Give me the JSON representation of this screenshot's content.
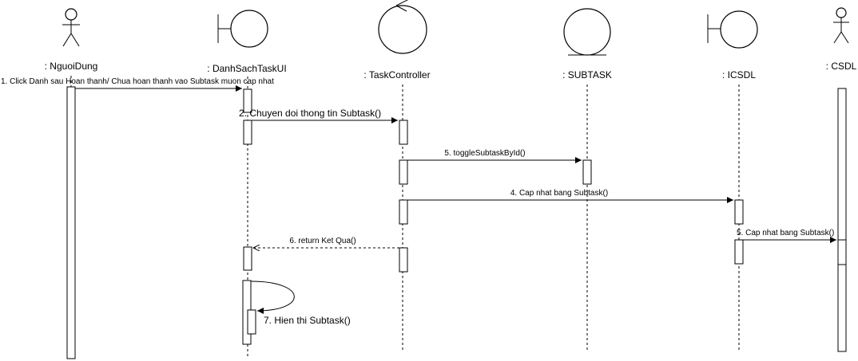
{
  "participants": {
    "nguoidung": ": NguoiDung",
    "ui": ": DanhSachTaskUI",
    "controller": ": TaskController",
    "subtask": ": SUBTASK",
    "icsdl": ": ICSDL",
    "csdl": ": CSDL"
  },
  "messages": {
    "m1": "1. Click Danh sau Hoan thanh/ Chua hoan thanh vao Subtask muon cap nhat",
    "m2": "2. Chuyen doi thong tin Subtask()",
    "m3": "5. toggleSubtaskById()",
    "m4": "4. Cap nhat bang Subtask()",
    "m5": "5. Cap nhat bang Subtask()",
    "m6": "6. return Ket Qua()",
    "m7": "7. Hien thi Subtask()"
  }
}
